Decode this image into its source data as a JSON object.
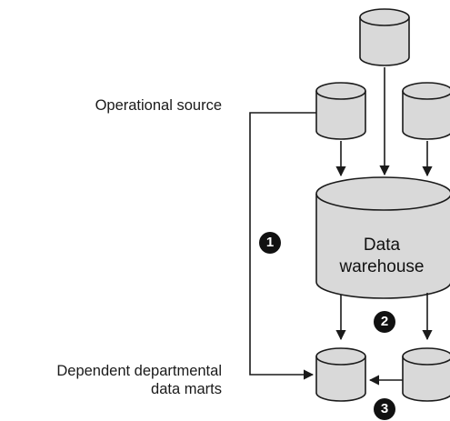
{
  "labels": {
    "operational_source": "Operational source",
    "dependent_marts_line1": "Dependent departmental",
    "dependent_marts_line2": "data marts"
  },
  "warehouse": {
    "line1": "Data",
    "line2": "warehouse"
  },
  "badges": [
    "1",
    "2",
    "3"
  ],
  "colors": {
    "cylinder_fill": "#d9d9d9",
    "outline": "#1a1a1a",
    "badge": "#111111"
  }
}
